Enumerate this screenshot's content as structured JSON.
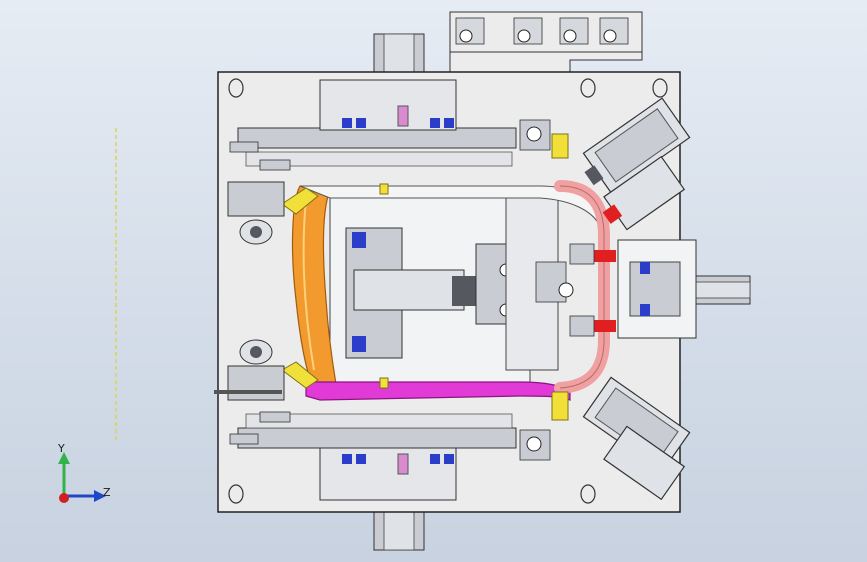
{
  "view": {
    "type": "cad-model-viewport",
    "triad": {
      "y_label": "Y",
      "z_label": "Z",
      "y_axis_color": "#33b24a",
      "z_axis_color": "#2147c9",
      "origin_color": "#d21f1f"
    },
    "colors": {
      "background_top": "#e6ecf4",
      "background_bottom": "#c8d2e0",
      "base_plate": "#ececec",
      "steel": "#c9ccd2",
      "dark_steel": "#55595f",
      "orange_part": "#f29a2e",
      "magenta_part": "#e23ad6",
      "pink_part": "#f0a0a0",
      "red_part": "#e02020",
      "yellow_clamp": "#f2e03a",
      "blue_accent": "#2a3ec9",
      "reference_line": "#e2d24a"
    }
  }
}
